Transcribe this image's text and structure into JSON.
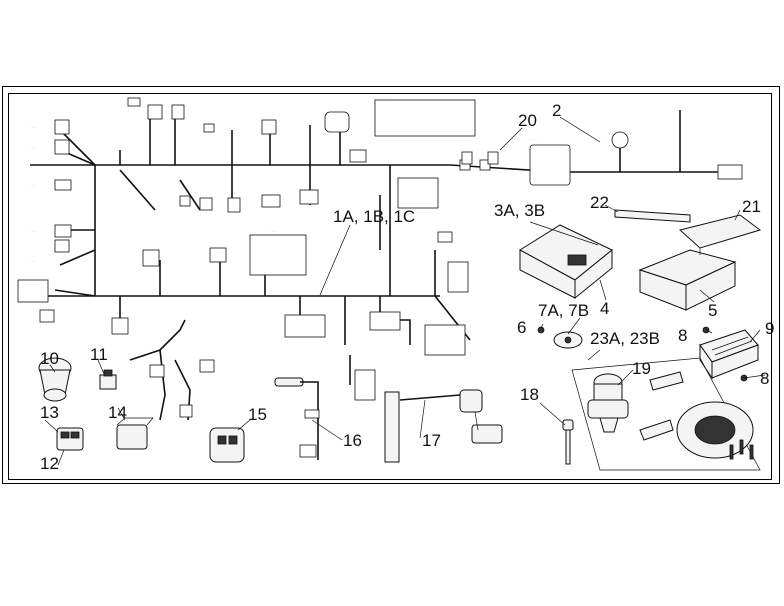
{
  "diagram": {
    "callouts": [
      {
        "id": "c1",
        "text": "1A, 1B, 1C"
      },
      {
        "id": "c2",
        "text": "2"
      },
      {
        "id": "c3",
        "text": "3A, 3B"
      },
      {
        "id": "c4",
        "text": "4"
      },
      {
        "id": "c5",
        "text": "5"
      },
      {
        "id": "c6",
        "text": "6"
      },
      {
        "id": "c7",
        "text": "7A, 7B"
      },
      {
        "id": "c8a",
        "text": "8"
      },
      {
        "id": "c8b",
        "text": "8"
      },
      {
        "id": "c9",
        "text": "9"
      },
      {
        "id": "c10",
        "text": "10"
      },
      {
        "id": "c11",
        "text": "11"
      },
      {
        "id": "c12",
        "text": "12"
      },
      {
        "id": "c13",
        "text": "13"
      },
      {
        "id": "c14",
        "text": "14"
      },
      {
        "id": "c15",
        "text": "15"
      },
      {
        "id": "c16",
        "text": "16"
      },
      {
        "id": "c17",
        "text": "17"
      },
      {
        "id": "c18",
        "text": "18"
      },
      {
        "id": "c19",
        "text": "19"
      },
      {
        "id": "c20",
        "text": "20"
      },
      {
        "id": "c21",
        "text": "21"
      },
      {
        "id": "c22",
        "text": "22"
      },
      {
        "id": "c23",
        "text": "23A, 23B"
      }
    ]
  }
}
